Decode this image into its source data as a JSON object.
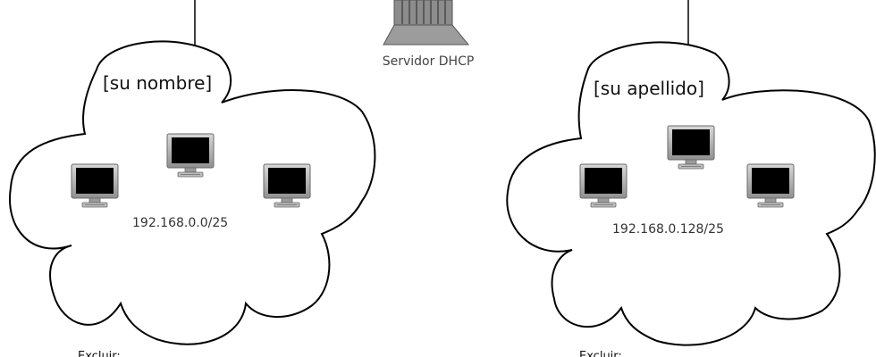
{
  "server": {
    "label": "Servidor DHCP",
    "icon": "server-tower-icon"
  },
  "networks": [
    {
      "title": "[su nombre]",
      "subnet": "192.168.0.0/25",
      "exclude_label": "Excluir:",
      "computers": 3
    },
    {
      "title": "[su apellido]",
      "subnet": "192.168.0.128/25",
      "exclude_label": "Excluir:",
      "computers": 3
    }
  ],
  "colors": {
    "line": "#000000",
    "server": "#8c8c8c",
    "screen": "#000000",
    "monitor_frame": "#a8a8a8"
  }
}
